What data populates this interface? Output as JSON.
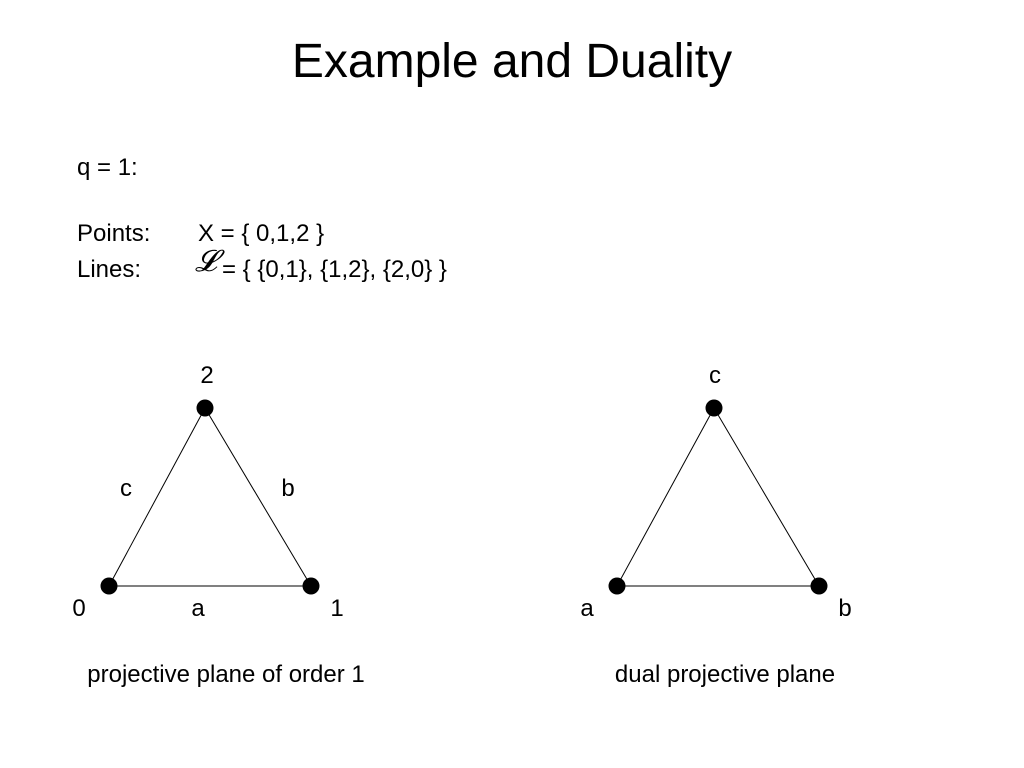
{
  "slide": {
    "title": "Example and Duality",
    "q_line": "q = 1:",
    "points_label": "Points:",
    "points_value": "X = { 0,1,2 }",
    "lines_label": "Lines:",
    "lines_symbol": "𝓛",
    "lines_value": "= { {0,1}, {1,2}, {2,0} }"
  },
  "left_triangle": {
    "vertices": {
      "top": "2",
      "left": "0",
      "right": "1"
    },
    "edges": {
      "left": "c",
      "right": "b",
      "bottom": "a"
    },
    "caption": "projective plane of order 1"
  },
  "right_triangle": {
    "vertices": {
      "top": "c",
      "left": "a",
      "right": "b"
    },
    "caption": "dual projective plane"
  },
  "colors": {
    "ink": "#000000",
    "background": "#ffffff"
  }
}
